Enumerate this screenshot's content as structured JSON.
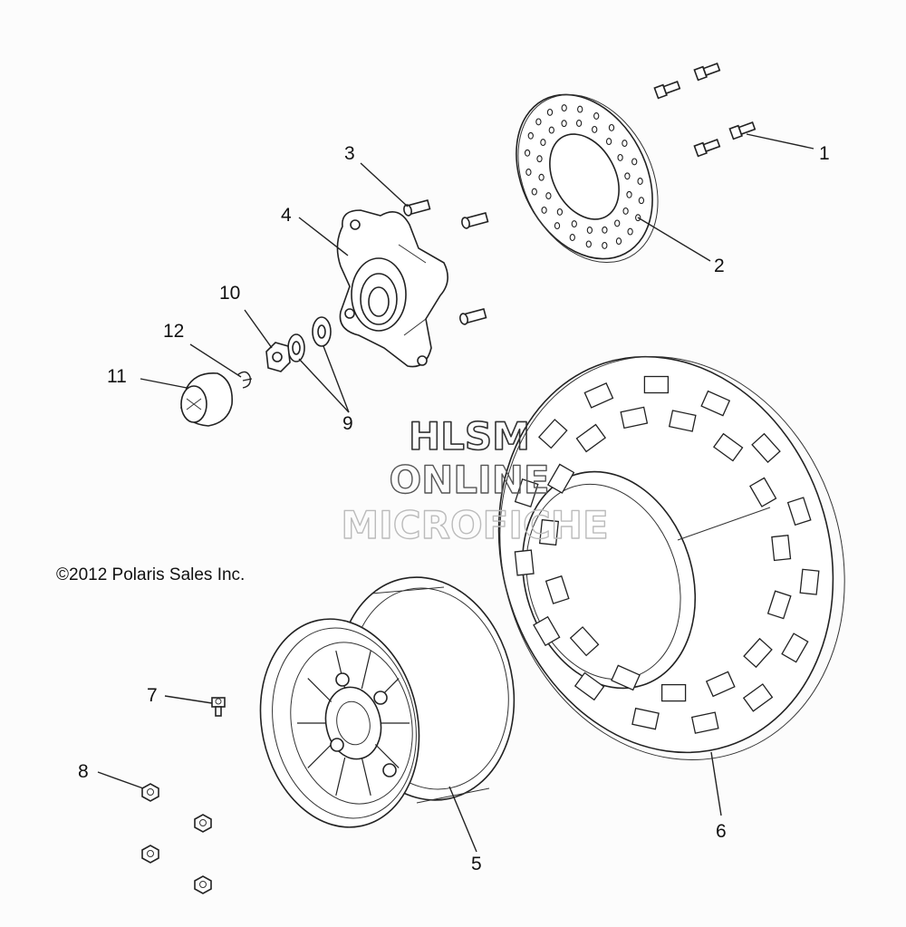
{
  "watermark": {
    "line1": "HLSM",
    "line2": "ONLINE",
    "line3": "MICROFICHE"
  },
  "copyright": "©2012 Polaris Sales Inc.",
  "callouts": [
    {
      "id": "c1",
      "label": "1"
    },
    {
      "id": "c2",
      "label": "2"
    },
    {
      "id": "c3",
      "label": "3"
    },
    {
      "id": "c4",
      "label": "4"
    },
    {
      "id": "c5",
      "label": "5"
    },
    {
      "id": "c6",
      "label": "6"
    },
    {
      "id": "c7",
      "label": "7"
    },
    {
      "id": "c8",
      "label": "8"
    },
    {
      "id": "c9",
      "label": "9"
    },
    {
      "id": "c10",
      "label": "10"
    },
    {
      "id": "c11",
      "label": "11"
    },
    {
      "id": "c12",
      "label": "12"
    }
  ],
  "colors": {
    "line": "#222222",
    "watermark_dark": "#333333",
    "watermark_light": "#bbbbbb",
    "background": "#fcfcfc"
  }
}
